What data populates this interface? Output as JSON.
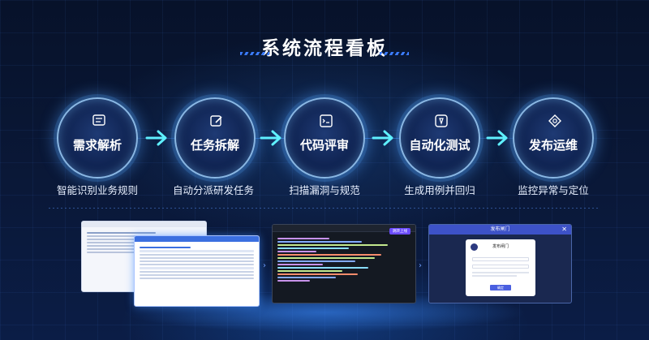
{
  "title": "系统流程看板",
  "steps": [
    {
      "label": "需求解析",
      "desc": "智能识别业务规则",
      "icon": "document-icon"
    },
    {
      "label": "任务拆解",
      "desc": "自动分派研发任务",
      "icon": "edit-icon"
    },
    {
      "label": "代码评审",
      "desc": "扫描漏洞与规范",
      "icon": "code-review-icon"
    },
    {
      "label": "自动化测试",
      "desc": "生成用例并回归",
      "icon": "test-icon"
    },
    {
      "label": "发布运维",
      "desc": "监控异常与定位",
      "icon": "deploy-icon"
    }
  ],
  "screens": {
    "editor_button": "跳转上线",
    "release_header": "发布闸门",
    "release_title": "发布闸门",
    "release_button": "确定"
  },
  "colors": {
    "accent": "#3b7cff",
    "node_ring": "#a0d2ff",
    "arrow": "#5ff0ff"
  }
}
